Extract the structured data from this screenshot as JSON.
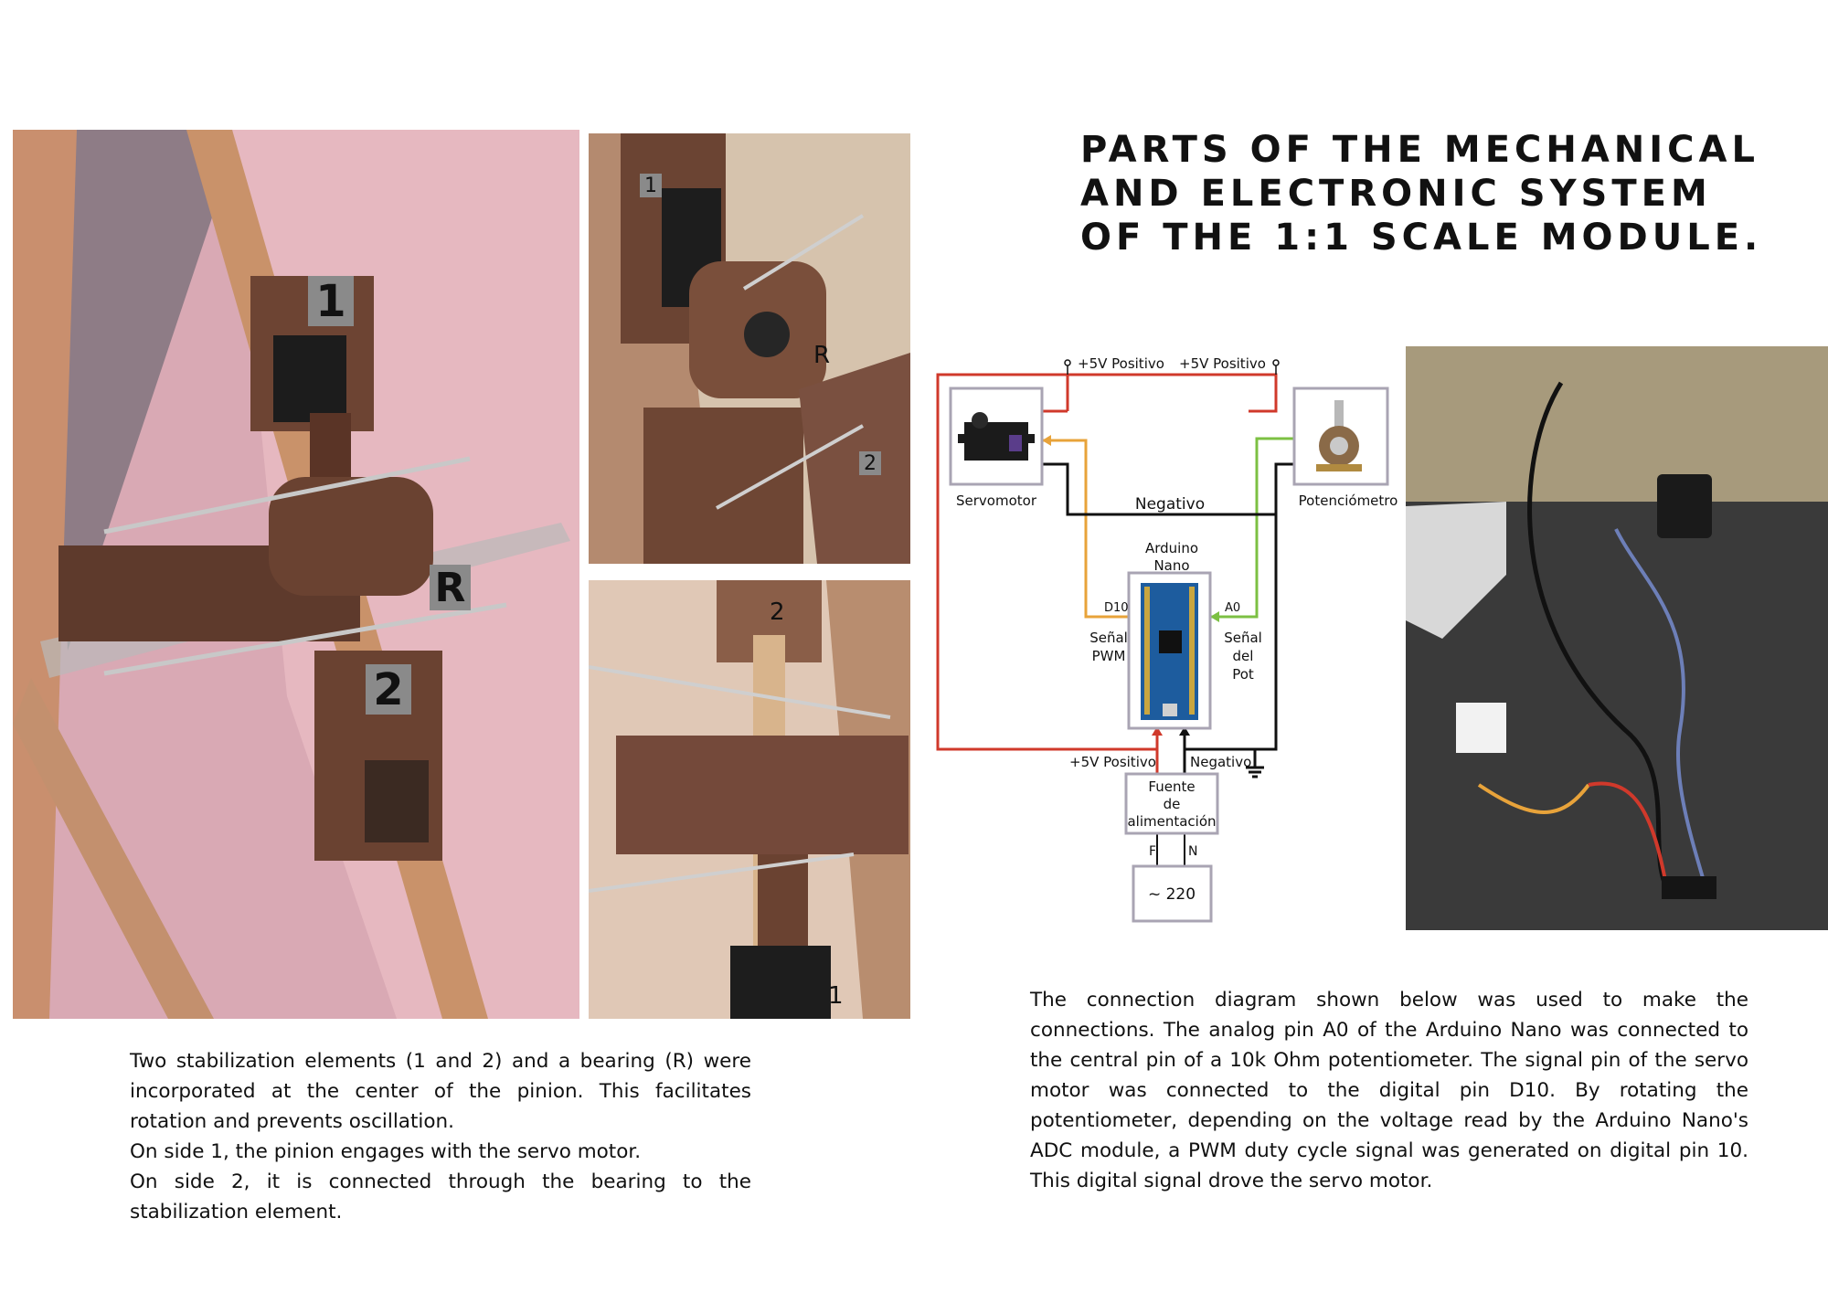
{
  "title": "PARTS OF THE MECHANICAL AND ELECTRONIC SYSTEM OF THE 1:1 SCALE MODULE.",
  "photos": {
    "main": {
      "label_1": "1",
      "label_2": "2",
      "label_r": "R"
    },
    "top_right": {
      "label_1": "1",
      "label_2": "2",
      "label_r": "R"
    },
    "bottom_right": {
      "label_1": "1",
      "label_2": "2"
    }
  },
  "diagram": {
    "pos5v_left": "+5V Positivo",
    "pos5v_right": "+5V Positivo",
    "servo": "Servomotor",
    "pot": "Potenciómetro",
    "negativo_top": "Negativo",
    "arduino_line1": "Arduino",
    "arduino_line2": "Nano",
    "d10": "D10",
    "a0": "A0",
    "senal_pwm_1": "Señal",
    "senal_pwm_2": "PWM",
    "senal_pot_1": "Señal",
    "senal_pot_2": "del",
    "senal_pot_3": "Pot",
    "pos5v_bottom": "+5V Positivo",
    "negativo_bottom": "Negativo",
    "fuente_1": "Fuente",
    "fuente_2": "de",
    "fuente_3": "alimentación",
    "f": "F",
    "n": "N",
    "mains": "~ 220",
    "colors": {
      "red": "#d0392b",
      "orange": "#e8a33a",
      "green": "#7cc043",
      "black": "#111111",
      "box": "#a9a4b3"
    }
  },
  "left_text": [
    "Two stabilization elements (1 and 2) and a bearing (R) were incorporated at the center of the pinion. This facilitates rotation and prevents oscillation.",
    "On side 1, the pinion engages with the servo motor.",
    "On side 2, it is connected through the bearing to the stabilization element."
  ],
  "right_text": "The connection diagram shown below was used to make the connections. The analog pin A0 of the Arduino Nano was connected to the central pin of a 10k Ohm potentiometer. The signal pin of the servo motor was connected to the digital pin D10. By rotating the potentiometer, depending on the voltage read by the Arduino Nano's ADC module, a PWM duty cycle signal was generated on digital pin 10. This digital signal drove the servo motor."
}
